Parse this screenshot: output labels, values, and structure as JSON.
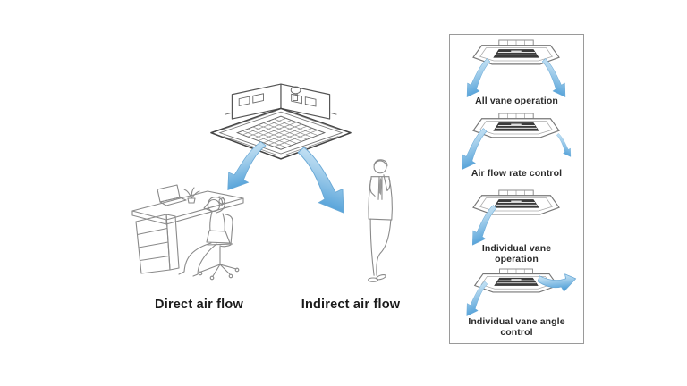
{
  "scene": {
    "labels": {
      "direct": "Direct air flow",
      "indirect": "Indirect air flow"
    },
    "panel": {
      "items": [
        {
          "label": "All vane operation"
        },
        {
          "label": "Air flow rate control"
        },
        {
          "label": "Individual vane operation"
        },
        {
          "label": "Individual vane angle control"
        }
      ]
    },
    "icons": {
      "main_unit": "ceiling-cassette-unit-icon",
      "mini_unit": "mini-cassette-icon",
      "airflow": "airflow-arrow-icon",
      "woman": "woman-at-desk-illustration",
      "man": "standing-man-illustration"
    },
    "colors": {
      "arrow_light": "#d9eefa",
      "arrow_mid": "#9ccbec",
      "arrow_dark": "#4f9fd8",
      "line_art": "#8a8a8a",
      "unit_outline": "#555555",
      "grille_dark": "#3c3c3c",
      "panel_border": "#9a9a9a",
      "text": "#1b1b1b",
      "background": "#ffffff"
    }
  }
}
